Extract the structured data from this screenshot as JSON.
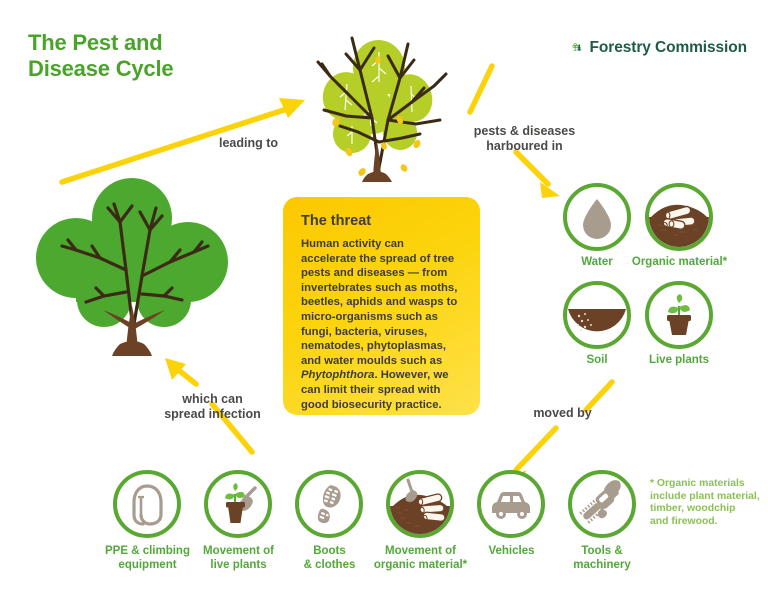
{
  "header": {
    "title_line1": "The Pest and",
    "title_line2": "Disease Cycle",
    "logo_text": "Forestry Commission",
    "logo_icon_deciduous": "deciduous-tree-icon",
    "logo_icon_conifer": "conifer-tree-icon"
  },
  "colors": {
    "title_green": "#4aa32a",
    "ring_green": "#5aa832",
    "label_green": "#52a83a",
    "footnote_green": "#8cc152",
    "arrow_yellow": "#fcd209",
    "threat_yellow": "#fcd209",
    "healthy_leaf": "#4ca82f",
    "diseased_leaf": "#b5cf28",
    "bark_brown": "#6b4226",
    "soil_brown": "#6b4226",
    "icon_taupe": "#a89c8e",
    "connector_text": "#4a4a48",
    "logo_text": "#1f5c46"
  },
  "threat": {
    "title": "The threat",
    "body_part1": "Human activity can accelerate the spread of tree pests and diseases — from invertebrates such as moths, beetles, aphids and wasps to micro-organisms such as fungi, bacteria, viruses, nematodes, phytoplasmas, and water moulds such as ",
    "body_italic": "Phytophthora",
    "body_part2": ". However, we can limit their spread with good biosecurity practice."
  },
  "connectors": [
    {
      "id": "leading-to",
      "label": "leading to"
    },
    {
      "id": "harboured-in",
      "label": "pests & diseases\nharboured in"
    },
    {
      "id": "moved-by",
      "label": "moved by"
    },
    {
      "id": "spread-infection",
      "label": "which can\nspread infection"
    }
  ],
  "connector_labels": {
    "leading_to": "leading to",
    "harboured_in_l1": "pests & diseases",
    "harboured_in_l2": "harboured in",
    "moved_by": "moved by",
    "spread_l1": "which can",
    "spread_l2": "spread infection"
  },
  "trees": {
    "healthy": {
      "name": "healthy-tree",
      "state": "healthy"
    },
    "diseased": {
      "name": "diseased-tree",
      "state": "diseased, shedding leaves"
    }
  },
  "harbour_circles": [
    {
      "id": "water",
      "label": "Water",
      "icon": "water-droplet-icon"
    },
    {
      "id": "organic",
      "label": "Organic material*",
      "icon": "cut-logs-on-soil-icon"
    },
    {
      "id": "soil",
      "label": "Soil",
      "icon": "soil-fill-icon"
    },
    {
      "id": "plants",
      "label": "Live plants",
      "icon": "potted-seedling-icon"
    }
  ],
  "vector_circles": [
    {
      "id": "ppe",
      "label_l1": "PPE & climbing",
      "label_l2": "equipment",
      "icon": "carabiner-icon"
    },
    {
      "id": "move-plants",
      "label_l1": "Movement of",
      "label_l2": "live plants",
      "icon": "seedling-and-spade-icon"
    },
    {
      "id": "boots",
      "label_l1": "Boots",
      "label_l2": "& clothes",
      "icon": "boot-print-icon"
    },
    {
      "id": "move-organic",
      "label_l1": "Movement of",
      "label_l2": "organic material*",
      "icon": "logs-spade-soil-icon"
    },
    {
      "id": "vehicles",
      "label_l1": "Vehicles",
      "label_l2": "",
      "icon": "four-by-four-vehicle-icon"
    },
    {
      "id": "tools",
      "label_l1": "Tools &",
      "label_l2": "machinery",
      "icon": "chainsaw-and-spade-icon"
    }
  ],
  "footnote": {
    "line1": "* Organic materials",
    "line2": "include plant material,",
    "line3": "timber, woodchip",
    "line4": "and firewood."
  }
}
